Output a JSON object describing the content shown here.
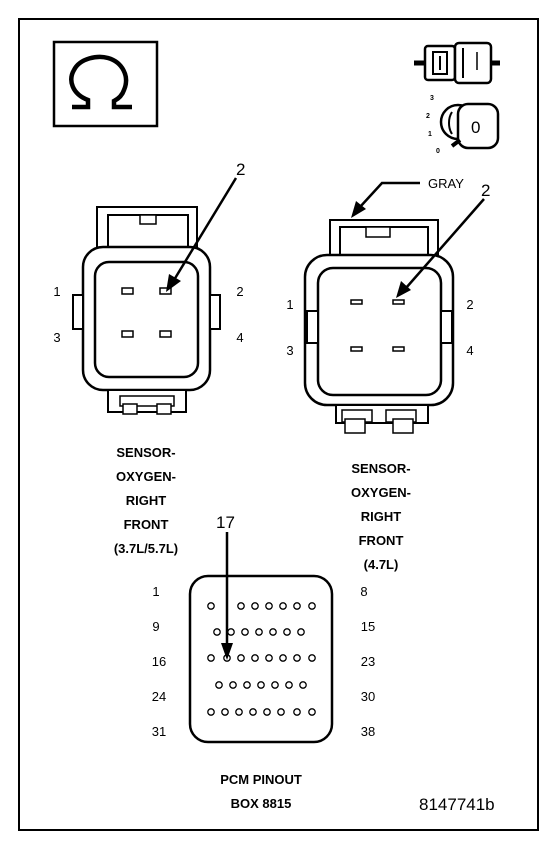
{
  "icons": {
    "omega_icon": "omega-icon",
    "connector_icon": "connector-plug-icon",
    "key_icon": "ignition-key-icon",
    "key_positions": [
      "3",
      "2",
      "1",
      "0"
    ],
    "key_label": "0"
  },
  "left_connector": {
    "pins": [
      "1",
      "2",
      "3",
      "4"
    ],
    "callout": "2",
    "caption": [
      "SENSOR-",
      "OXYGEN-",
      "RIGHT",
      "FRONT",
      "(3.7L/5.7L)"
    ]
  },
  "right_connector": {
    "color_label": "GRAY",
    "pins": [
      "1",
      "2",
      "3",
      "4"
    ],
    "callout": "2",
    "caption": [
      "SENSOR-",
      "OXYGEN-",
      "RIGHT",
      "FRONT",
      "(4.7L)"
    ]
  },
  "pcm": {
    "callout": "17",
    "row_start_labels": [
      "1",
      "9",
      "16",
      "24",
      "31"
    ],
    "row_end_labels": [
      "8",
      "15",
      "23",
      "30",
      "38"
    ],
    "caption": [
      "PCM PINOUT",
      "BOX 8815"
    ]
  },
  "figure_id": "8147741b"
}
